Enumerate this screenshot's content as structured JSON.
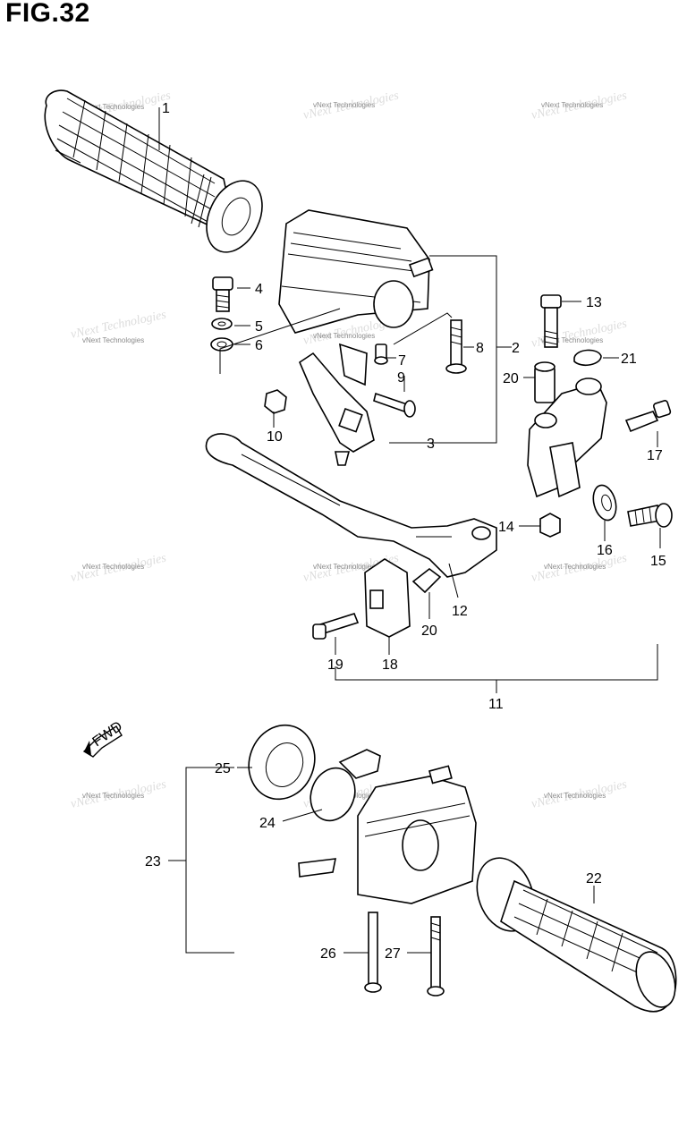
{
  "figure": {
    "title": "FIG.32"
  },
  "watermark_text": "vNext Technologies",
  "fwd_badge": "FWD",
  "callouts": {
    "c1": "1",
    "c2": "2",
    "c3": "3",
    "c4": "4",
    "c5": "5",
    "c6": "6",
    "c7": "7",
    "c8": "8",
    "c9": "9",
    "c10": "10",
    "c11": "11",
    "c12": "12",
    "c13": "13",
    "c14": "14",
    "c15": "15",
    "c16": "16",
    "c17": "17",
    "c18": "18",
    "c19": "19",
    "c20a": "20",
    "c20b": "20",
    "c21": "21",
    "c22": "22",
    "c23": "23",
    "c24": "24",
    "c25": "25",
    "c26": "26",
    "c27": "27"
  }
}
